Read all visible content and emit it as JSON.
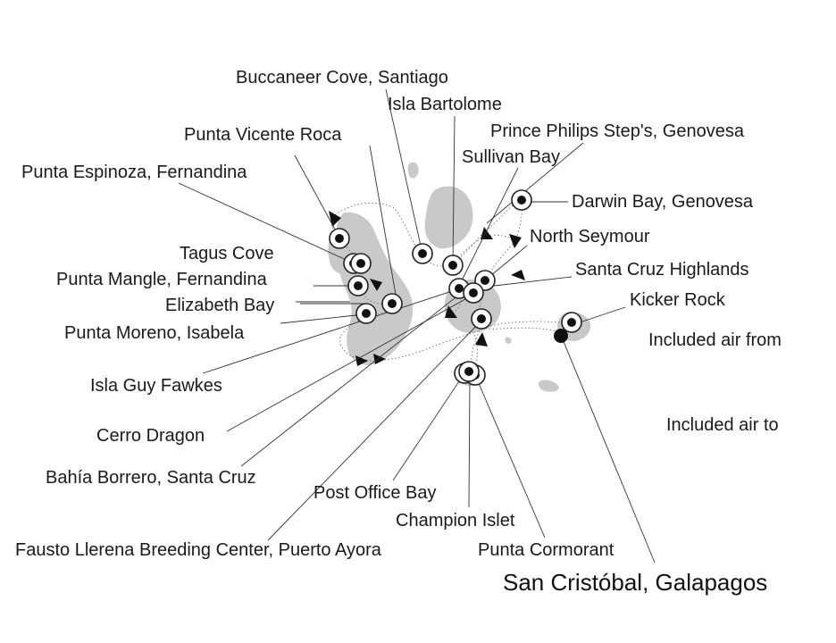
{
  "map": {
    "title": "San Cristóbal, Galapagos",
    "air_notes": {
      "from": "Included air from",
      "to": "Included air to"
    },
    "ports": [
      "Buccaneer Cove, Santiago",
      "Isla Bartolome",
      "Prince Philips Step's, Genovesa",
      "Punta Vicente Roca",
      "Sullivan Bay",
      "Punta Espinoza, Fernandina",
      "Darwin Bay, Genovesa",
      "North Seymour",
      "Tagus Cove",
      "Santa Cruz Highlands",
      "Punta Mangle, Fernandina",
      "Kicker Rock",
      "Elizabeth Bay",
      "Punta Moreno, Isabela",
      "Isla Guy Fawkes",
      "Cerro Dragon",
      "Bahía Borrero, Santa Cruz",
      "Post Office Bay",
      "Champion Islet",
      "Fausto Llerena Breeding Center, Puerto Ayora",
      "Punta Cormorant"
    ]
  }
}
